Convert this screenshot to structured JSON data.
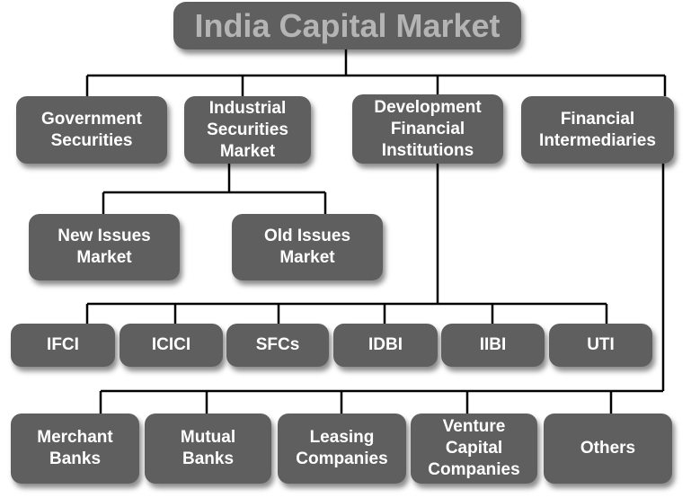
{
  "title": "India Capital Market",
  "level1": [
    "Government\nSecurities",
    "Industrial\nSecurities\nMarket",
    "Development\nFinancial\nInstitutions",
    "Financial\nIntermediaries"
  ],
  "industrial_children": [
    "New Issues\nMarket",
    "Old Issues\nMarket"
  ],
  "institutions": [
    "IFCI",
    "ICICI",
    "SFCs",
    "IDBI",
    "IIBI",
    "UTI"
  ],
  "intermediaries": [
    "Merchant\nBanks",
    "Mutual\nBanks",
    "Leasing\nCompanies",
    "Venture\nCapital\nCompanies",
    "Others"
  ],
  "colors": {
    "box": "#5f5f5f",
    "title_text": "#b4b4b4",
    "line": "#000000"
  }
}
